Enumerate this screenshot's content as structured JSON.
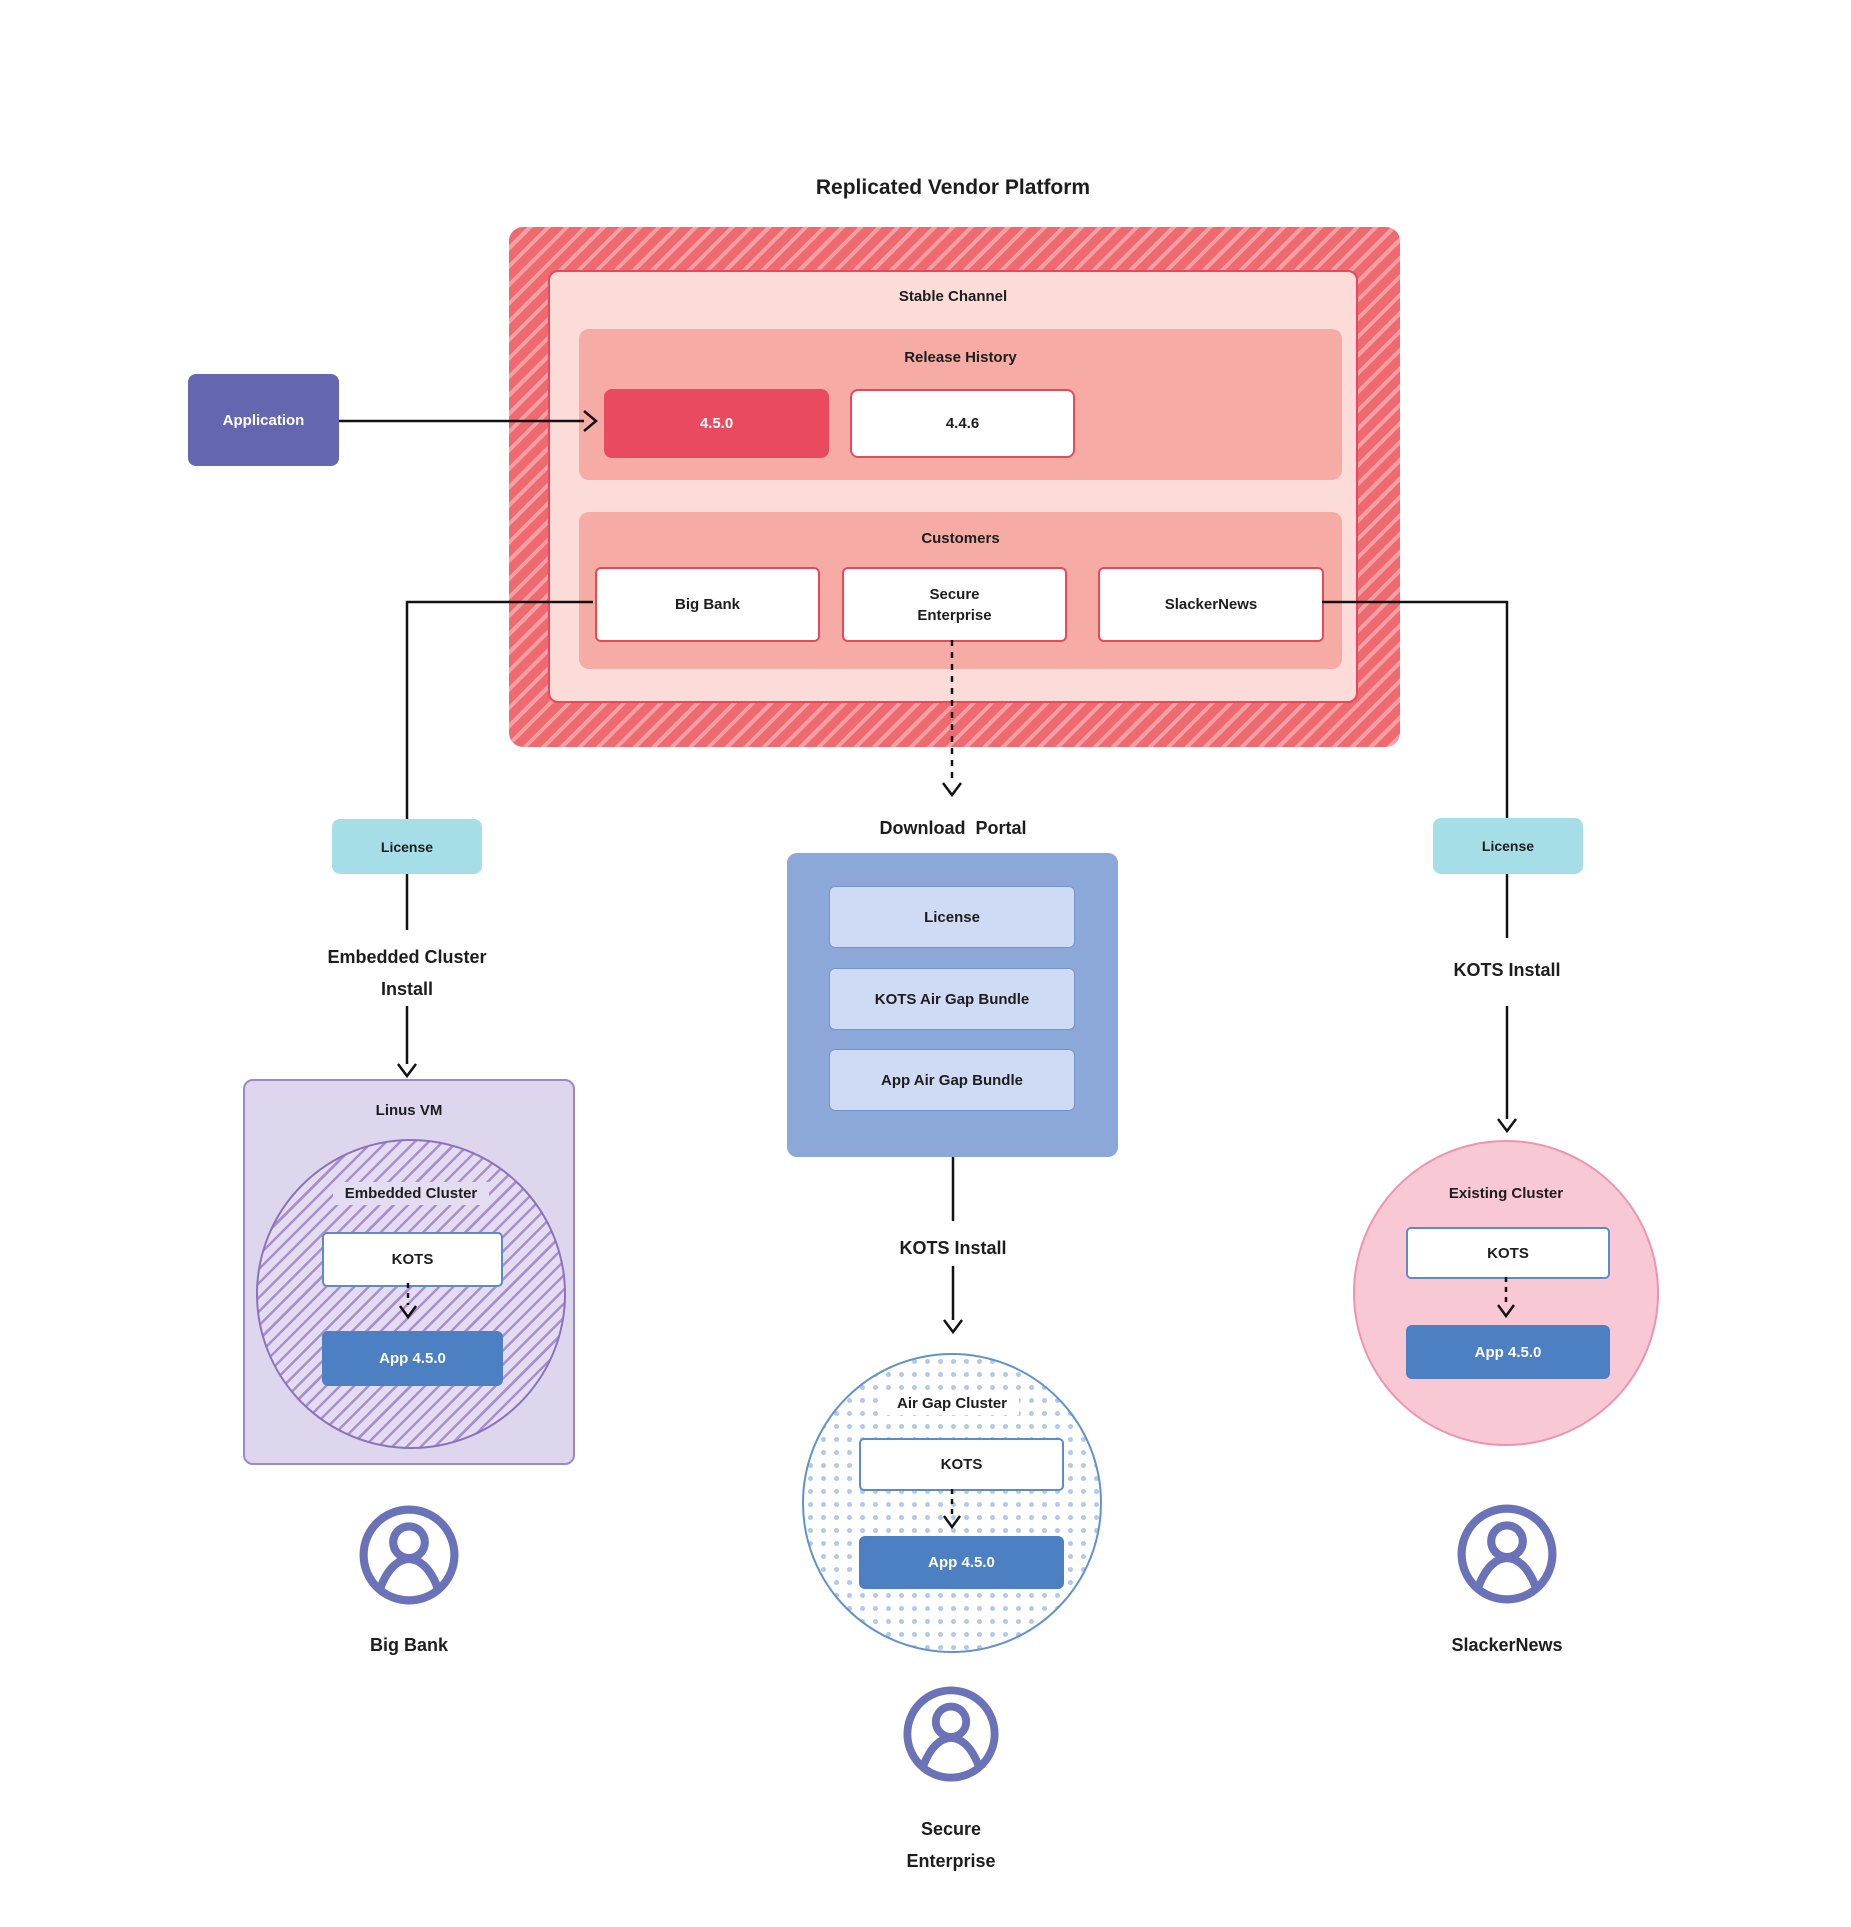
{
  "title": "Replicated Vendor Platform",
  "platform": {
    "stable_channel_label": "Stable Channel",
    "release_history_label": "Release History",
    "releases": [
      {
        "version": "4.5.0",
        "highlight": true
      },
      {
        "version": "4.4.6",
        "highlight": false
      }
    ],
    "customers_label": "Customers",
    "customers": [
      {
        "name": "Big Bank"
      },
      {
        "name": "Secure\nEnterprise"
      },
      {
        "name": "SlackerNews"
      }
    ]
  },
  "application": {
    "label": "Application"
  },
  "left_flow": {
    "license_label": "License",
    "install_label": "Embedded Cluster\nInstall",
    "vm_label": "Linus VM",
    "cluster_label": "Embedded Cluster",
    "kots_label": "KOTS",
    "app_label": "App 4.5.0",
    "persona": "Big Bank"
  },
  "center_flow": {
    "portal_title": "Download  Portal",
    "portal_items": [
      "License",
      "KOTS Air Gap Bundle",
      "App Air Gap Bundle"
    ],
    "install_label": "KOTS Install",
    "cluster_label": "Air Gap Cluster",
    "kots_label": "KOTS",
    "app_label": "App 4.5.0",
    "persona": "Secure\nEnterprise"
  },
  "right_flow": {
    "license_label": "License",
    "install_label": "KOTS Install",
    "cluster_label": "Existing Cluster",
    "kots_label": "KOTS",
    "app_label": "App 4.5.0",
    "persona": "SlackerNews"
  },
  "colors": {
    "stripe_red_base": "#ef6a70",
    "stripe_red_light": "#f7a0a3",
    "channel_pink": "#fcdcd8",
    "channel_border_red": "#e8485d",
    "salmon": "#f6aba4",
    "release_red": "#e94a5f",
    "application_purple": "#6467b0",
    "license_teal": "#a6dee7",
    "vm_lavender": "#ded6ed",
    "vm_border_purple": "#9c87c7",
    "hatch_purple": "#aa8ed0",
    "app_blue": "#4d80c2",
    "kots_border_blue": "#5c8cc8",
    "portal_blue": "#8ba8d8",
    "portal_item_blue": "#cfdaf5",
    "existing_pink": "#f8c9d5",
    "existing_border_pink": "#ef93b3",
    "airgap_dot_blue": "#b3c9e9",
    "persona_icon_purple": "#6a73b8",
    "line_black": "#121212"
  }
}
